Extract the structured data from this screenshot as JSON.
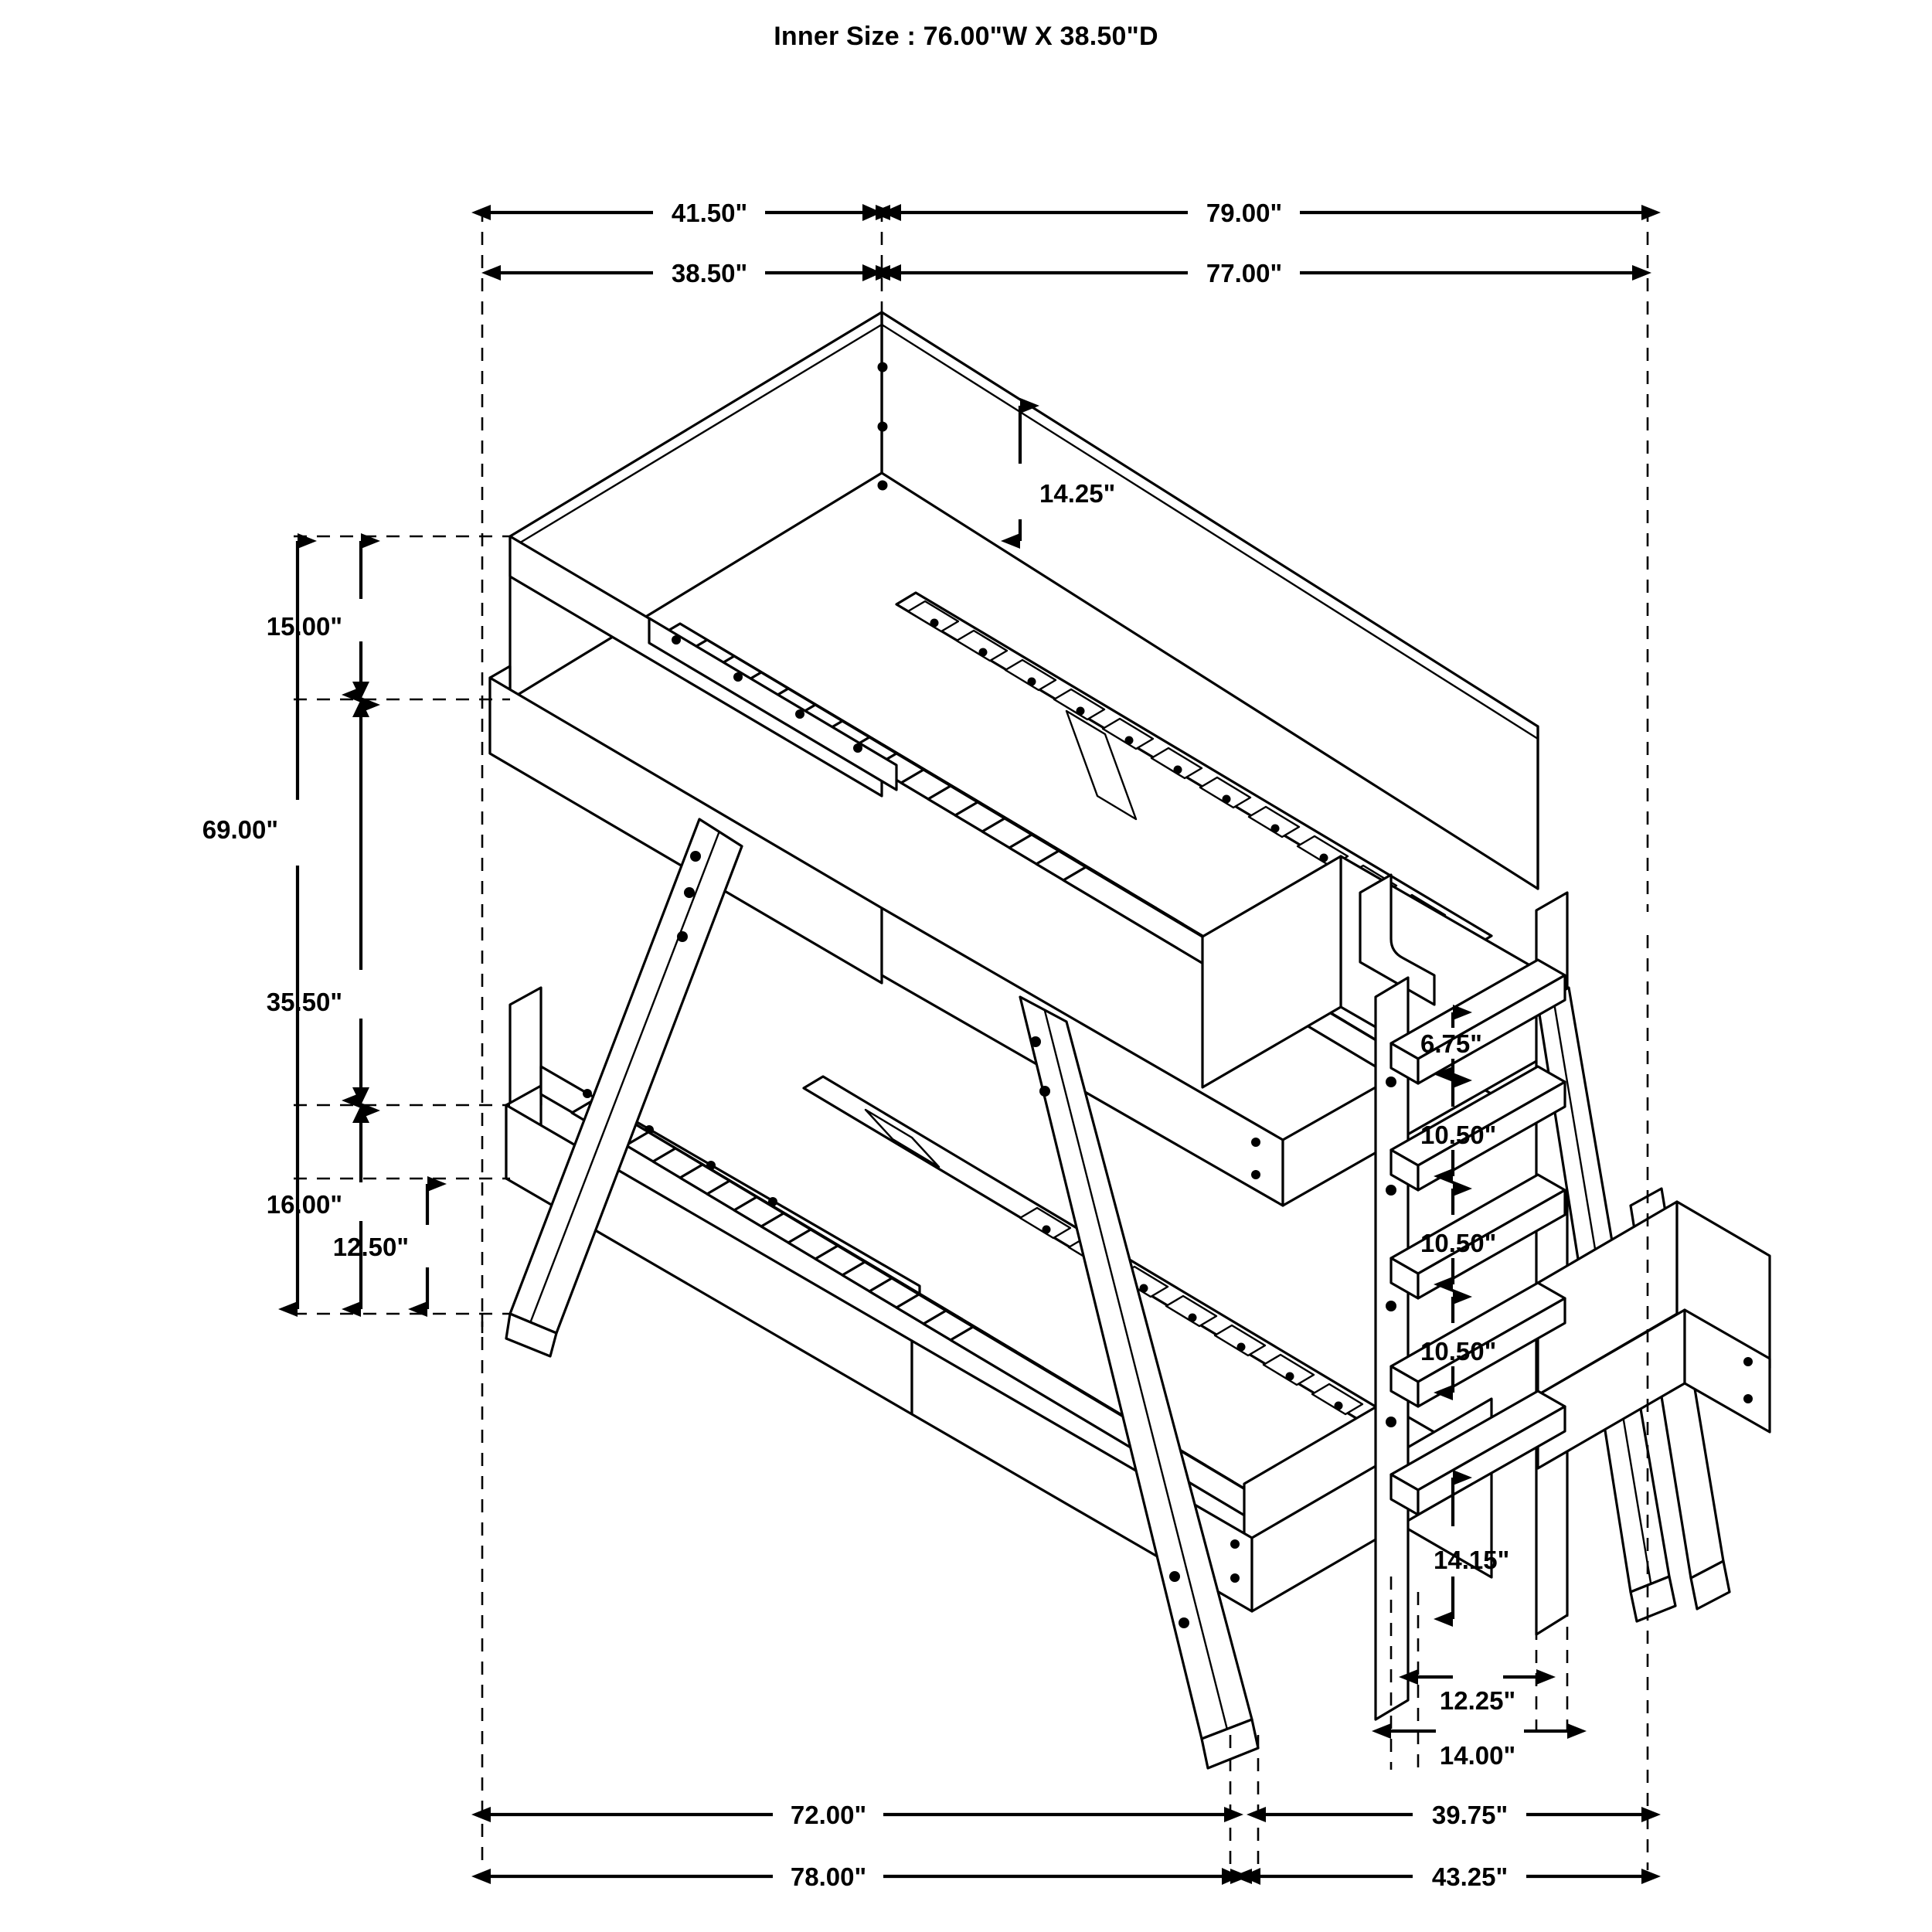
{
  "title": "Inner Size : 76.00\"W X 38.50\"D",
  "drawing": {
    "subject": "twin-over-twin bunk bed assembly isometric dimension drawing",
    "line_color": "#000000",
    "background_color": "#ffffff"
  },
  "dimensions": {
    "top_row_1": [
      {
        "id": "d-41-50",
        "label": "41.50\""
      },
      {
        "id": "d-79-00",
        "label": "79.00\""
      }
    ],
    "top_row_2": [
      {
        "id": "d-38-50",
        "label": "38.50\""
      },
      {
        "id": "d-77-00",
        "label": "77.00\""
      }
    ],
    "left_vertical": [
      {
        "id": "d-69-00",
        "label": "69.00\""
      },
      {
        "id": "d-15-00",
        "label": "15.00\""
      },
      {
        "id": "d-35-50",
        "label": "35.50\""
      },
      {
        "id": "d-16-00",
        "label": "16.00\""
      },
      {
        "id": "d-12-50",
        "label": "12.50\""
      }
    ],
    "interior": [
      {
        "id": "d-14-25",
        "label": "14.25\""
      }
    ],
    "ladder_rungs": [
      {
        "id": "d-6-75",
        "label": "6.75\""
      },
      {
        "id": "d-10-50-a",
        "label": "10.50\""
      },
      {
        "id": "d-10-50-b",
        "label": "10.50\""
      },
      {
        "id": "d-10-50-c",
        "label": "10.50\""
      },
      {
        "id": "d-14-15",
        "label": "14.15\""
      }
    ],
    "ladder_widths": [
      {
        "id": "d-12-25",
        "label": "12.25\""
      },
      {
        "id": "d-14-00",
        "label": "14.00\""
      }
    ],
    "bottom_row_1": [
      {
        "id": "d-72-00",
        "label": "72.00\""
      },
      {
        "id": "d-39-75",
        "label": "39.75\""
      }
    ],
    "bottom_row_2": [
      {
        "id": "d-78-00",
        "label": "78.00\""
      },
      {
        "id": "d-43-25",
        "label": "43.25\""
      }
    ]
  }
}
